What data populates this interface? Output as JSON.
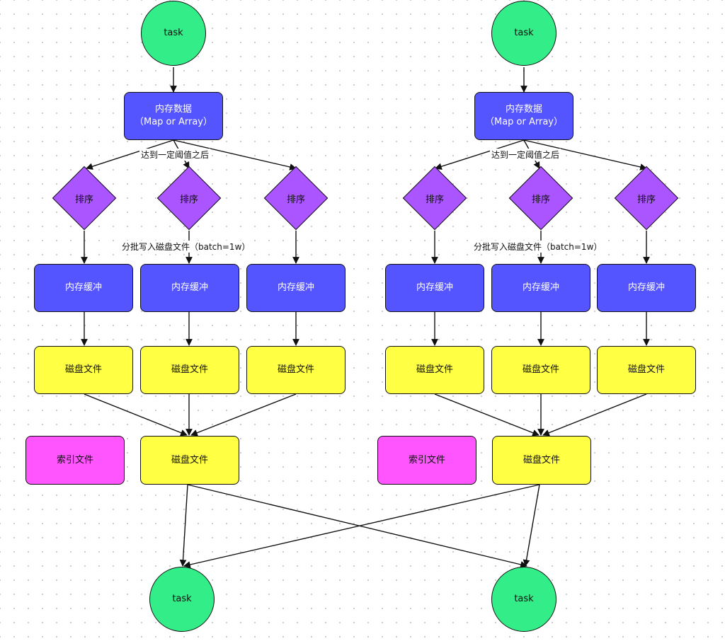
{
  "diagram": {
    "flows": [
      {
        "task_top": "task",
        "memory_data": {
          "line1": "内存数据",
          "line2": "（Map or Array）"
        },
        "threshold_label": "达到一定阈值之后",
        "sort_labels": [
          "排序",
          "排序",
          "排序"
        ],
        "batch_label": "分批写入磁盘文件（batch=1w）",
        "buffer_labels": [
          "内存缓冲",
          "内存缓冲",
          "内存缓冲"
        ],
        "disk_labels": [
          "磁盘文件",
          "磁盘文件",
          "磁盘文件"
        ],
        "index_file": "索引文件",
        "merged_disk": "磁盘文件",
        "task_bottom": "task"
      },
      {
        "task_top": "task",
        "memory_data": {
          "line1": "内存数据",
          "line2": "（Map or Array）"
        },
        "threshold_label": "达到一定阈值之后",
        "sort_labels": [
          "排序",
          "排序",
          "排序"
        ],
        "batch_label": "分批写入磁盘文件（batch=1w）",
        "buffer_labels": [
          "内存缓冲",
          "内存缓冲",
          "内存缓冲"
        ],
        "disk_labels": [
          "磁盘文件",
          "磁盘文件",
          "磁盘文件"
        ],
        "index_file": "索引文件",
        "merged_disk": "磁盘文件",
        "task_bottom": "task"
      }
    ],
    "colors": {
      "task": "#33ee88",
      "memory": "#5555ff",
      "sort": "#aa55ff",
      "disk": "#ffff44",
      "index": "#ff55ff"
    }
  }
}
